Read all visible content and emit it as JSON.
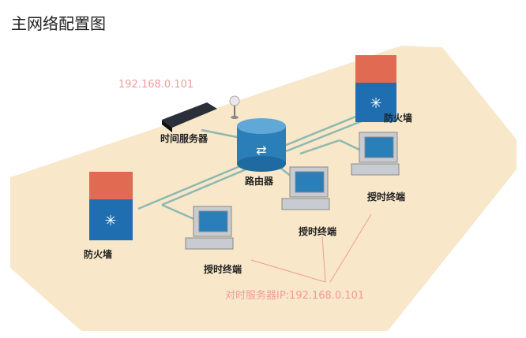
{
  "title": "主网络配置图",
  "server_ip_label": "192.168.0.101",
  "nodes": {
    "time_server": "时间服务器",
    "router": "路由器",
    "firewall_right": "防火墙",
    "firewall_left": "防火墙",
    "terminal_1": "授时终端",
    "terminal_2": "授时终端",
    "terminal_3": "授时终端"
  },
  "annotation": "对时服务器IP:192.168.0.101",
  "colors": {
    "floor": "#f8e7c9",
    "link": "#8db9b2",
    "annotation": "#f29a9a",
    "router": "#2a7fb8",
    "firewall_top": "#e06a52",
    "firewall_bottom": "#1f6fb0"
  }
}
